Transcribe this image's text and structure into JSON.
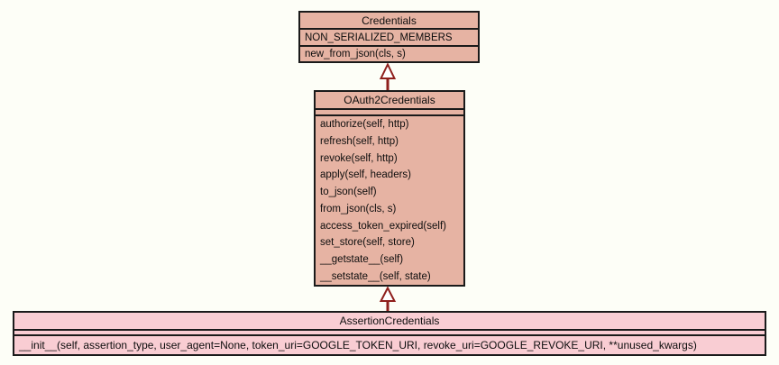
{
  "diagram": {
    "type": "uml-class-inheritance",
    "colors": {
      "background": "#fdfef7",
      "node_fill_salmon": "#e6b3a3",
      "node_fill_pink": "#f9cdd3",
      "border": "#1a1a1a",
      "arrow": "#8f1f1c",
      "arrowhead_fill": "#ffffff"
    },
    "classes": [
      {
        "name": "Credentials",
        "attributes": [
          "NON_SERIALIZED_MEMBERS"
        ],
        "methods": [
          "new_from_json(cls, s)"
        ]
      },
      {
        "name": "OAuth2Credentials",
        "attributes": [],
        "methods": [
          "authorize(self, http)",
          "refresh(self, http)",
          "revoke(self, http)",
          "apply(self, headers)",
          "to_json(self)",
          "from_json(cls, s)",
          "access_token_expired(self)",
          "set_store(self, store)",
          "__getstate__(self)",
          "__setstate__(self, state)"
        ]
      },
      {
        "name": "AssertionCredentials",
        "attributes": [],
        "methods": [
          "__init__(self, assertion_type, user_agent=None, token_uri=GOOGLE_TOKEN_URI, revoke_uri=GOOGLE_REVOKE_URI, **unused_kwargs)"
        ]
      }
    ],
    "relations": [
      {
        "type": "inheritance",
        "from": "OAuth2Credentials",
        "to": "Credentials"
      },
      {
        "type": "inheritance",
        "from": "AssertionCredentials",
        "to": "OAuth2Credentials"
      }
    ]
  }
}
